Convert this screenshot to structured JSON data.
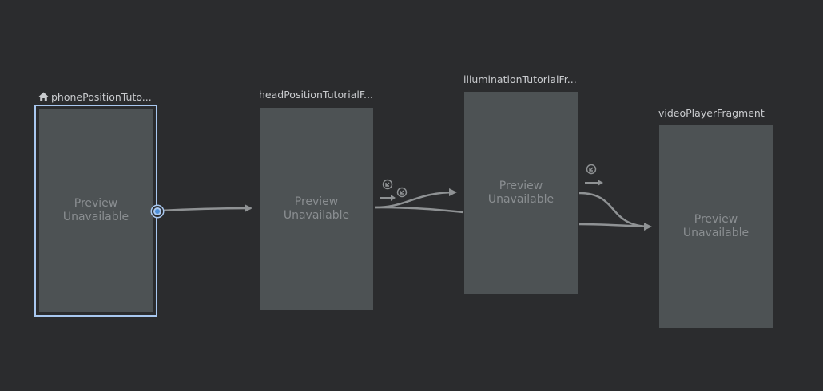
{
  "destinations": [
    {
      "id": "phonePositionTutorialFragment",
      "title": "phonePositionTuto...",
      "is_start": true,
      "selected": true,
      "preview_line1": "Preview",
      "preview_line2": "Unavailable"
    },
    {
      "id": "headPositionTutorialFragment",
      "title": "headPositionTutorialF...",
      "is_start": false,
      "selected": false,
      "preview_line1": "Preview",
      "preview_line2": "Unavailable"
    },
    {
      "id": "illuminationTutorialFragment",
      "title": "illuminationTutorialFr...",
      "is_start": false,
      "selected": false,
      "preview_line1": "Preview",
      "preview_line2": "Unavailable"
    },
    {
      "id": "videoPlayerFragment",
      "title": "videoPlayerFragment",
      "is_start": false,
      "selected": false,
      "preview_line1": "Preview",
      "preview_line2": "Unavailable"
    }
  ],
  "icons": {
    "start_destination": "home-icon",
    "action_handle": "action-handle-icon",
    "pop_behavior": "pop-to-icon",
    "action_arrow": "arrow-right-icon"
  },
  "colors": {
    "background": "#2b2c2e",
    "frame": "#4d5254",
    "selection": "#a9c8f0",
    "edge": "#8f9294",
    "title_text": "#c9cbce",
    "preview_text": "#8a8e91"
  }
}
